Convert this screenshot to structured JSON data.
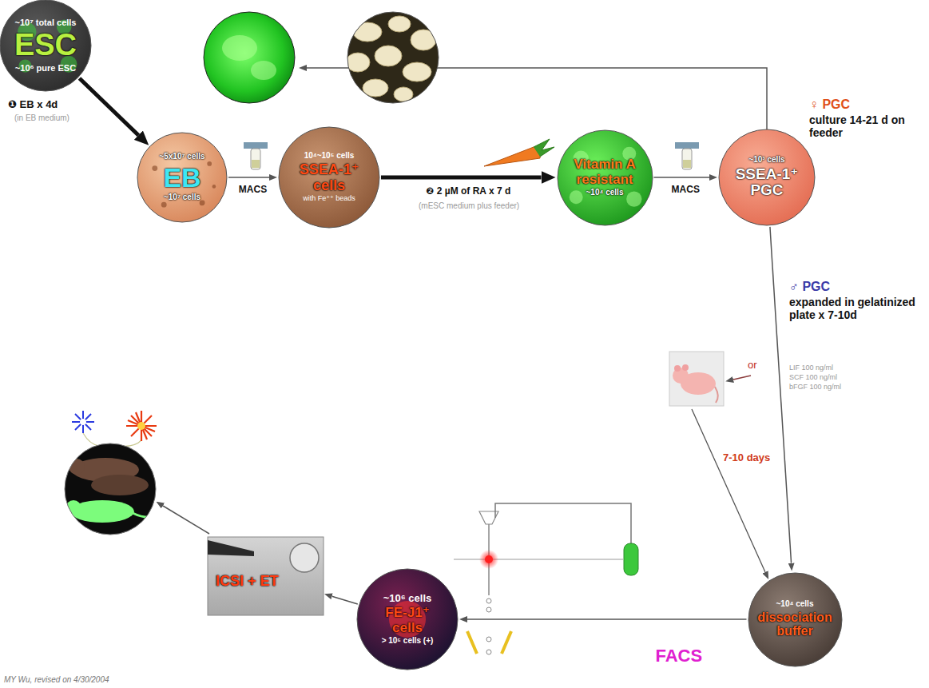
{
  "diagram": {
    "nodes": [
      {
        "text": [
          "~10⁷ total cells",
          "ESC",
          "~10⁶ pure ESC"
        ]
      },
      {
        "text": [
          "~5x10⁷ cells",
          "EB",
          "~10⁷ cells"
        ]
      },
      {
        "text": [
          "10⁴~10⁵ cells",
          "SSEA-1⁺ cells",
          "with Fe⁺⁺ beads"
        ]
      },
      {
        "text": [
          "Vitamin A resistant",
          "~10⁴ cells"
        ]
      },
      {
        "text": [
          "~10³ cells",
          "SSEA-1⁺ PGC"
        ]
      },
      {
        "text": [
          "ICSI + ET"
        ]
      },
      {
        "text": [
          "~10⁶ cells",
          "FE-J1⁺ cells",
          "> 10⁵ cells (+)"
        ]
      },
      {
        "text": [
          "~10⁴ cells",
          "dissociation buffer"
        ]
      }
    ],
    "edges": [
      {
        "from": 0,
        "to": 1,
        "arrow": "to"
      },
      {
        "from": 1,
        "to": 2,
        "arrow": "to",
        "label": "MACS"
      },
      {
        "from": 2,
        "to": 3,
        "arrow": "to",
        "label": "❷ 2 µM of RA x 7 d"
      },
      {
        "from": 3,
        "to": 4,
        "arrow": "to",
        "label": "MACS"
      },
      {
        "from": 4,
        "to": 7,
        "arrow": "to"
      },
      {
        "from": 7,
        "to": 6,
        "arrow": "to",
        "label": "FACS"
      },
      {
        "from": 6,
        "to": 5,
        "arrow": "to"
      }
    ],
    "labels": [
      "❶ EB x 4d",
      "(in EB medium)",
      "(mESC medium plus feeder)",
      "♀ PGC",
      "culture 14-21 d on feeder",
      "♂ PGC",
      "expanded in gelatinized plate x 7-10d",
      "LIF 100 ng/ml",
      "SCF 100 ng/ml",
      "bFGF 100 ng/ml",
      "or",
      "7-10 days",
      "MY Wu, revised on 4/30/2004"
    ]
  }
}
